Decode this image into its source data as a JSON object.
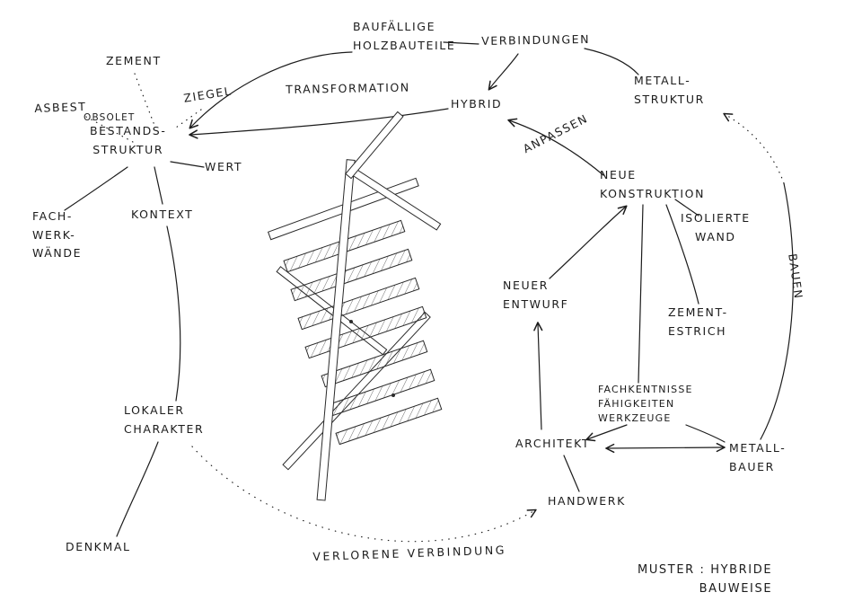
{
  "page": {
    "title": "Muster : Hybride Bauweise"
  },
  "colors": {
    "ink": "#1c1c1c",
    "paper": "#ffffff"
  },
  "nodes": {
    "baufaellige_holzbauteile": "BAUFÄLLIGE\nHOLZBAUTEILE",
    "verbindungen": "VERBINDUNGEN",
    "zement": "ZEMENT",
    "ziegel": "ZIEGEL",
    "asbest": "ASBEST",
    "obsolet": "OBSOLET",
    "bestandsstruktur": "BESTANDS-\nSTRUKTUR",
    "transformation": "TRANSFORMATION",
    "hybrid": "HYBRID",
    "metall_struktur": "METALL-\nSTRUKTUR",
    "wert": "WERT",
    "anpassen": "ANPASSEN",
    "neue_konstruktion": "NEUE\nKONSTRUKTION",
    "kontext": "KONTEXT",
    "fachwerkwaende": "FACH-\nWERK-\nWÄNDE",
    "isolierte_wand": "ISOLIERTE\nWAND",
    "neuer_entwurf": "NEUER\nENTWURF",
    "zement_estrich": "ZEMENT-\nESTRICH",
    "bauen": "BAUEN",
    "fachkenntnisse": "FACHKENTNISSE\nFÄHIGKEITEN\nWERKZEUGE",
    "lokaler_charakter": "LOKALER\nCHARAKTER",
    "architekt": "ARCHITEKT",
    "metall_bauer": "METALL-\nBAUER",
    "handwerk": "HANDWERK",
    "denkmal": "DENKMAL",
    "verlorene_verbindung": "VERLORENE VERBINDUNG",
    "muster_hybride_bauweise": "MUSTER : HYBRIDE\nBAUWEISE"
  }
}
